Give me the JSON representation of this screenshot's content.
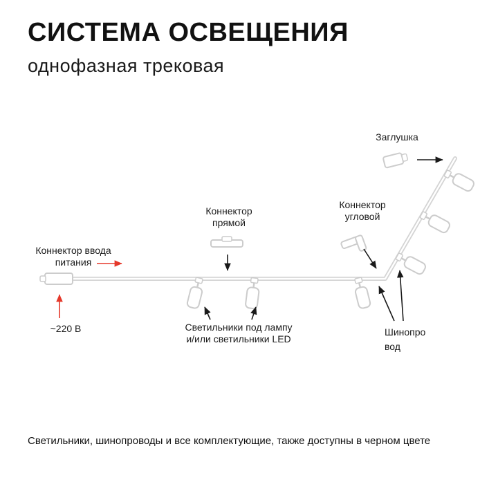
{
  "header": {
    "title": "СИСТЕМА ОСВЕЩЕНИЯ",
    "subtitle": "однофазная трековая"
  },
  "diagram": {
    "labels": {
      "end_cap": "Заглушка",
      "straight_connector": "Коннектор\nпрямой",
      "corner_connector": "Коннектор\nугловой",
      "power_input": "Коннектор ввода\nпитания",
      "voltage": "~220 В",
      "fixtures": "Светильники под лампу\nи/или светильники LED",
      "track": "Шинопро\nвод"
    },
    "colors": {
      "arrow_black": "#1a1a1a",
      "arrow_red": "#e5392b",
      "track_gray": "#d4d4d4",
      "fixture_fill": "#ffffff"
    }
  },
  "footer": {
    "note": "Светильники, шинопроводы и все комплектующие, также доступны в черном цвете"
  }
}
